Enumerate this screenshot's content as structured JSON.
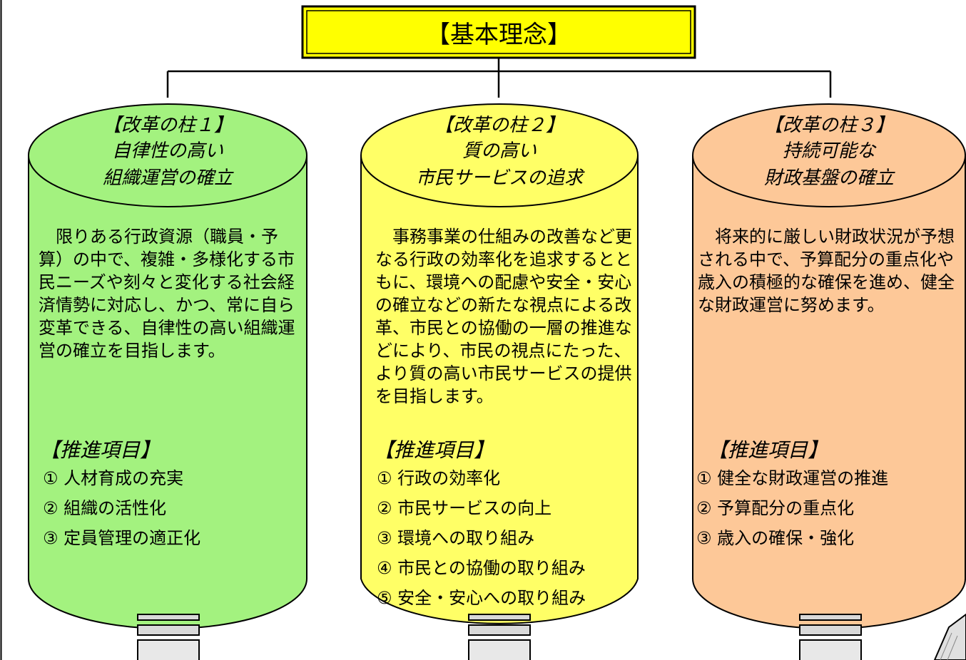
{
  "header": {
    "title": "【基本理念】"
  },
  "pillars": [
    {
      "label": "【改革の柱１】",
      "title_line1": "自律性の高い",
      "title_line2": "組織運営の確立",
      "description": "　限りある行政資源（職員・予算）の中で、複雑・多様化する市民ニーズや刻々と変化する社会経済情勢に対応し、かつ、常に自ら変革できる、自律性の高い組織運営の確立を目指します。",
      "section_heading": "【推進項目】",
      "items": [
        "① 人材育成の充実",
        "② 組織の活性化",
        "③ 定員管理の適正化"
      ],
      "color": "#a3f27f"
    },
    {
      "label": "【改革の柱２】",
      "title_line1": "質の高い",
      "title_line2": "市民サービスの追求",
      "description": "　事務事業の仕組みの改善など更なる行政の効率化を追求するとともに、環境への配慮や安全・安心の確立などの新たな視点による改革、市民との協働の一層の推進などにより、市民の視点にたった、より質の高い市民サービスの提供を目指します。",
      "section_heading": "【推進項目】",
      "items": [
        "① 行政の効率化",
        "② 市民サービスの向上",
        "③ 環境への取り組み",
        "④ 市民との協働の取り組み",
        "⑤ 安全・安心への取り組み"
      ],
      "color": "#ffff66"
    },
    {
      "label": "【改革の柱３】",
      "title_line1": "持続可能な",
      "title_line2": "財政基盤の確立",
      "description": "　将来的に厳しい財政状況が予想される中で、予算配分の重点化や歳入の積極的な確保を進め、健全な財政運営に努めます。",
      "section_heading": "【推進項目】",
      "items": [
        "① 健全な財政運営の推進",
        "② 予算配分の重点化",
        "③ 歳入の確保・強化"
      ],
      "color": "#fdc898"
    }
  ],
  "colors": {
    "header_fill": "#ffff00",
    "stroke": "#000000",
    "base_fill": "#d9d9d9"
  }
}
